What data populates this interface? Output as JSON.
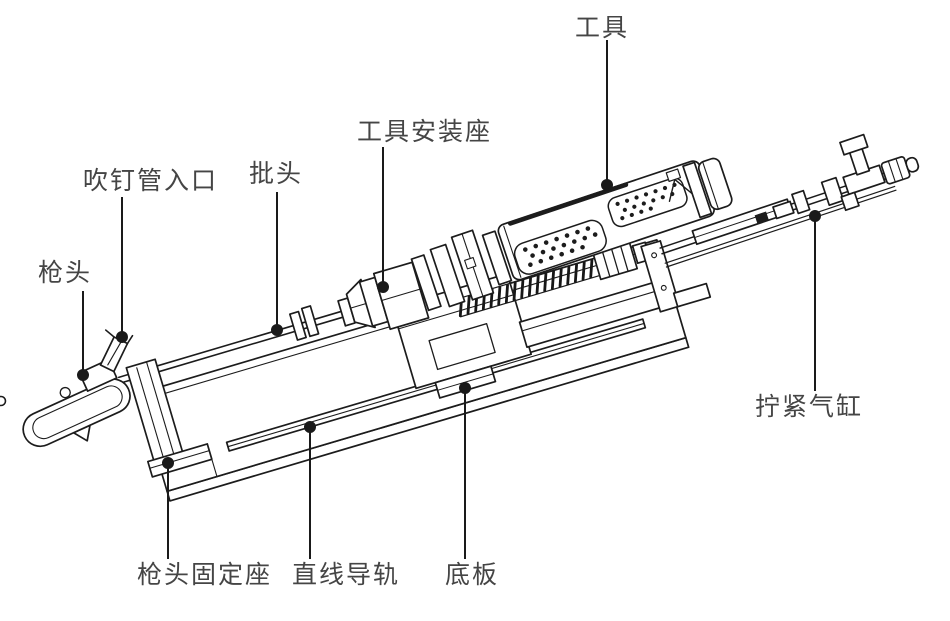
{
  "diagram": {
    "background": "#ffffff",
    "line_color": "#1c1c1c",
    "label_color": "#454545",
    "labels": {
      "tool": "工具",
      "tool_mount": "工具安装座",
      "bit": "批头",
      "nail_tube_inlet": "吹钉管入口",
      "gun_head": "枪头",
      "tightening_cylinder": "拧紧气缸",
      "gun_head_mount": "枪头固定座",
      "linear_rail": "直线导轨",
      "base_plate": "底板"
    }
  }
}
